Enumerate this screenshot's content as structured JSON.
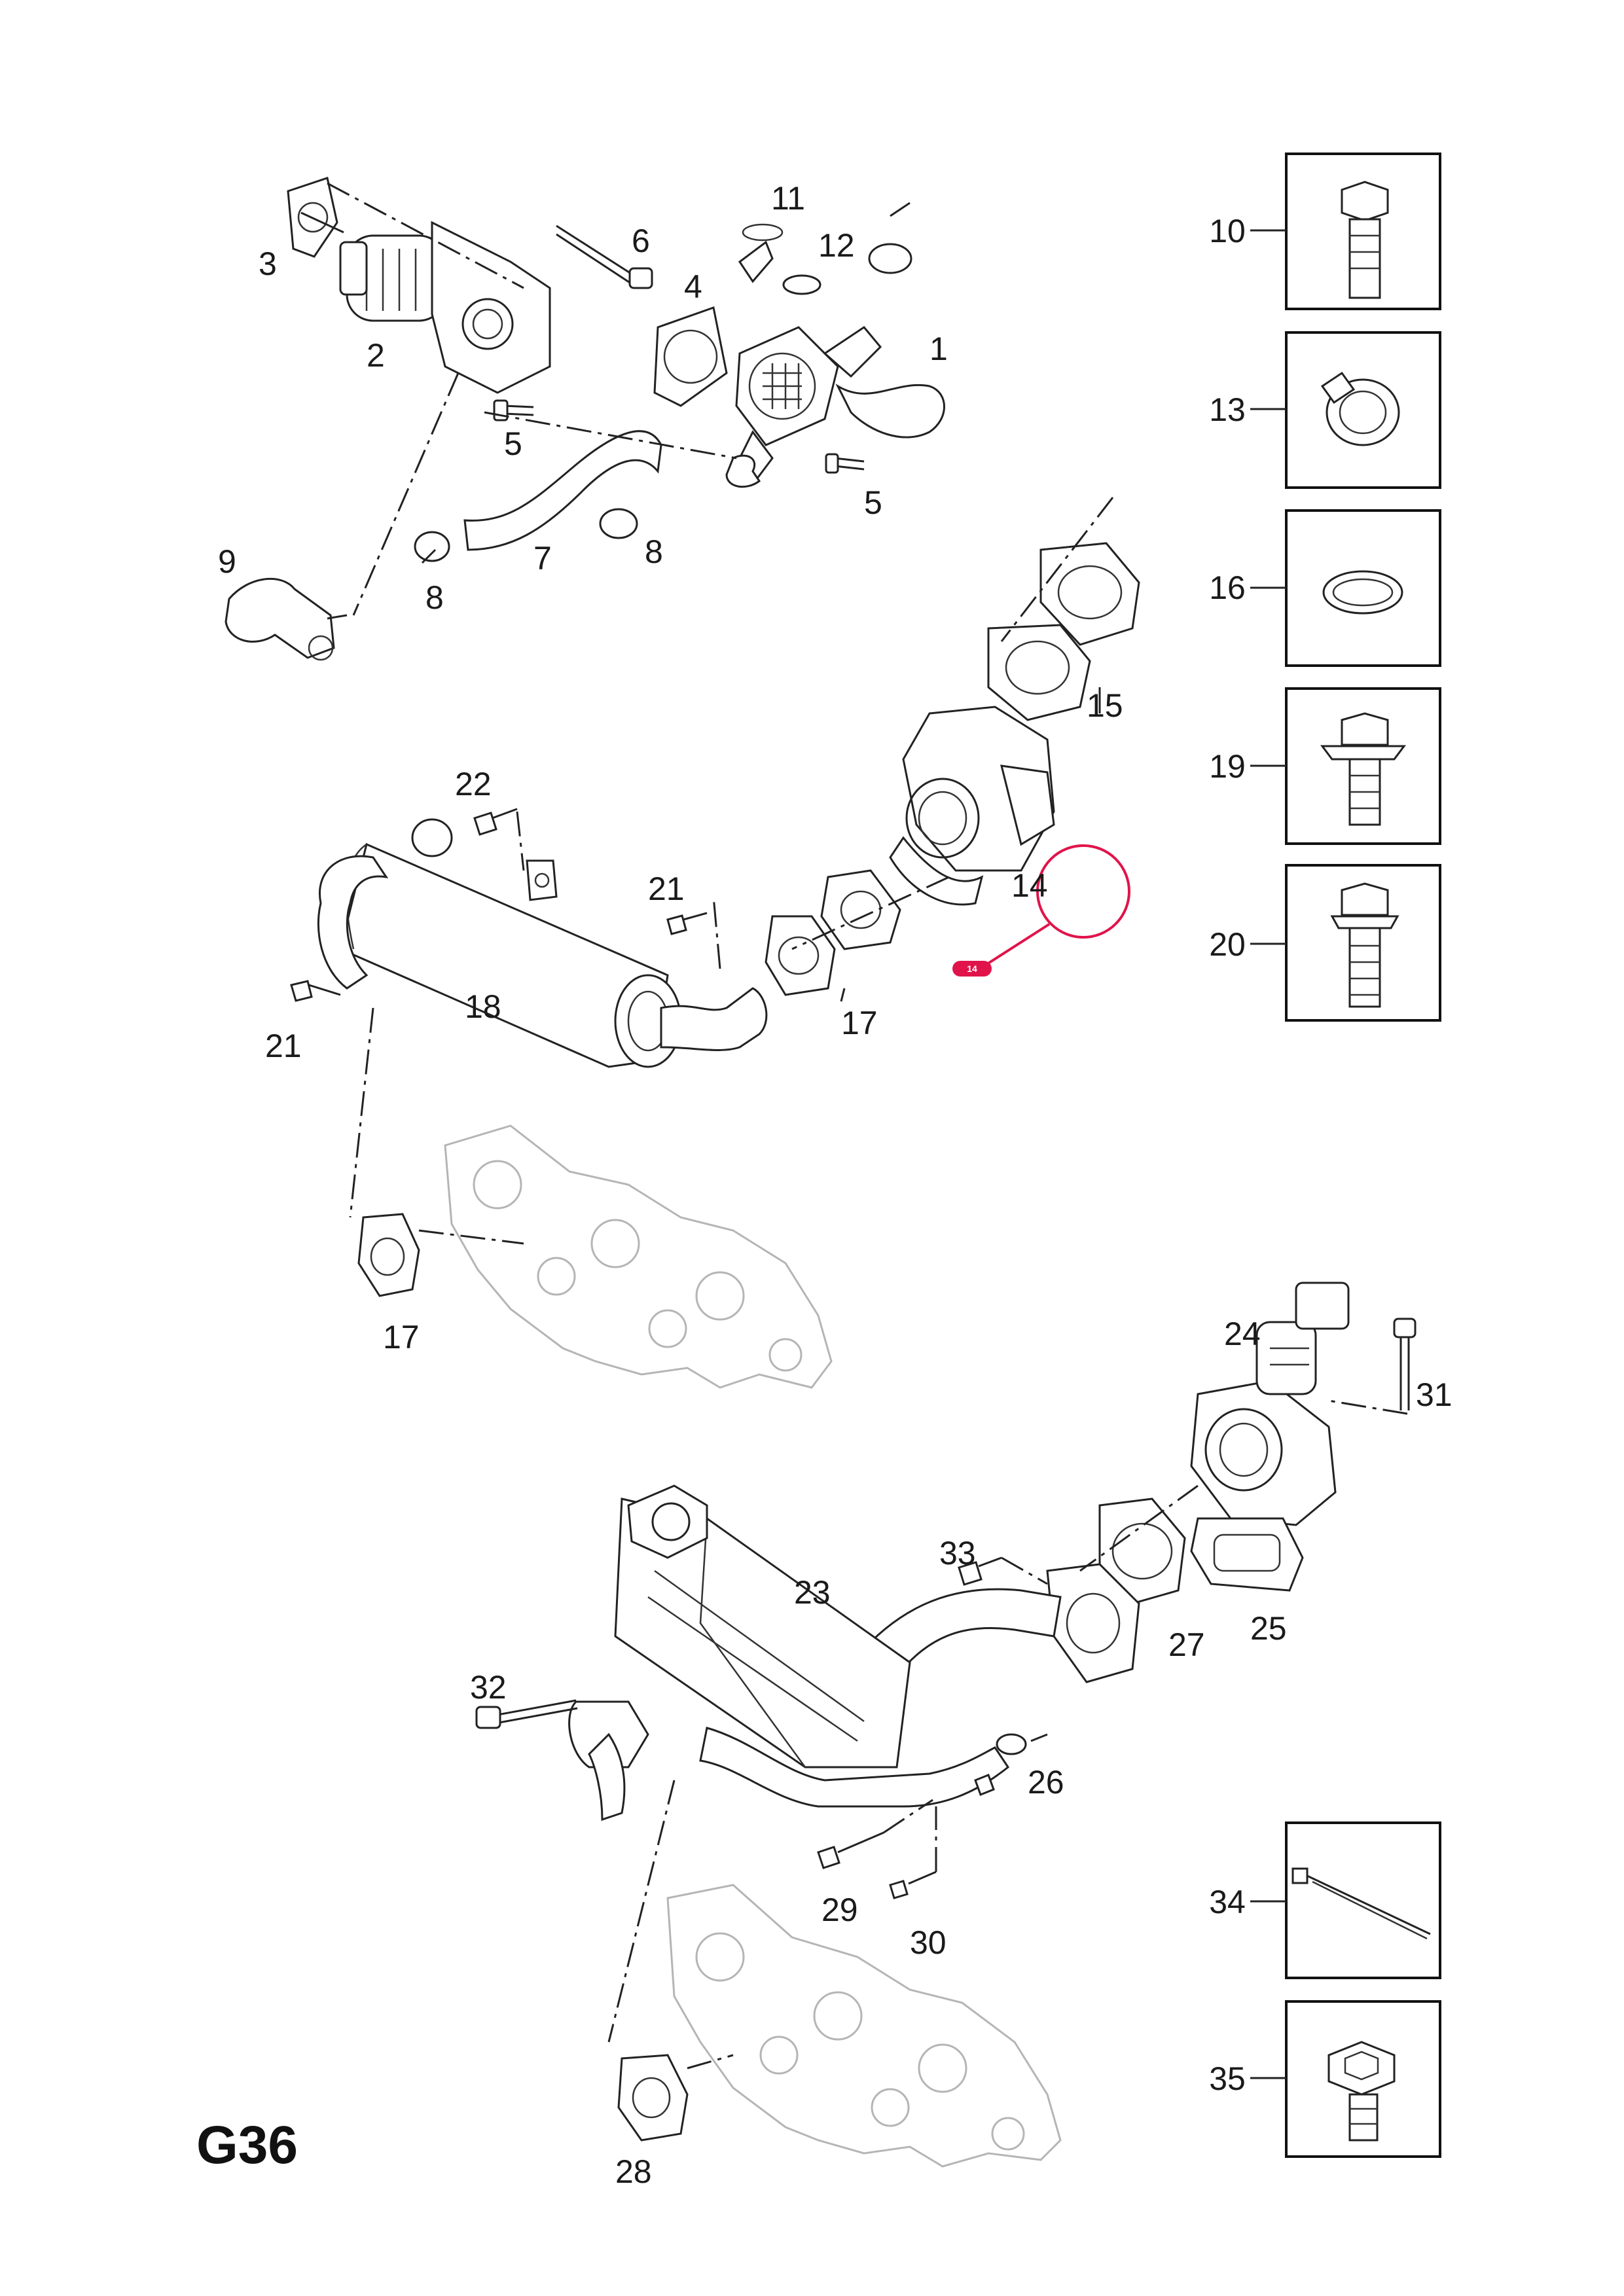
{
  "page": {
    "code": "G36"
  },
  "callouts": {
    "c1": "1",
    "c2": "2",
    "c3": "3",
    "c4": "4",
    "c5a": "5",
    "c5b": "5",
    "c6": "6",
    "c7": "7",
    "c8a": "8",
    "c8b": "8",
    "c9": "9",
    "c11": "11",
    "c12": "12",
    "c14": "14",
    "c15": "15",
    "c17a": "17",
    "c17b": "17",
    "c18": "18",
    "c21a": "21",
    "c21b": "21",
    "c22": "22",
    "c23": "23",
    "c24": "24",
    "c25": "25",
    "c26": "26",
    "c27": "27",
    "c28": "28",
    "c29": "29",
    "c30": "30",
    "c31": "31",
    "c32": "32",
    "c33": "33"
  },
  "side_parts": [
    "10",
    "13",
    "16",
    "19",
    "20",
    "34",
    "35"
  ],
  "hotspot": {
    "label": "14"
  },
  "colors": {
    "hotspot": "#e0144a",
    "line": "#222222",
    "ghost": "#b5b5b5"
  }
}
